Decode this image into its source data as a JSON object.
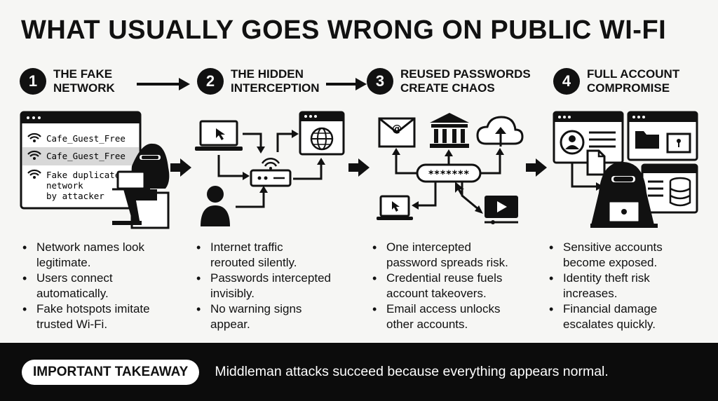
{
  "title": "WHAT USUALLY GOES WRONG ON PUBLIC WI-FI",
  "steps": [
    {
      "num": "1",
      "title": [
        "THE FAKE",
        "NETWORK"
      ]
    },
    {
      "num": "2",
      "title": [
        "THE HIDDEN",
        "INTERCEPTION"
      ]
    },
    {
      "num": "3",
      "title": [
        "REUSED PASSWORDS",
        "CREATE CHAOS"
      ]
    },
    {
      "num": "4",
      "title": [
        "FULL ACCOUNT",
        "COMPROMISE"
      ]
    }
  ],
  "networks": {
    "n1": "Cafe_Guest_Free",
    "n2": "Cafe_Guest_Free",
    "n3_lines": [
      "Fake duplicate",
      "network",
      "by attacker"
    ]
  },
  "password_mask": "*******",
  "bullets": {
    "b1": [
      [
        "Network names look",
        "legitimate."
      ],
      [
        "Users connect",
        "automatically."
      ],
      [
        "Fake hotspots imitate",
        "trusted Wi-Fi."
      ]
    ],
    "b2": [
      [
        "Internet traffic",
        "rerouted silently."
      ],
      [
        "Passwords intercepted",
        "invisibly."
      ],
      [
        "No warning signs",
        "appear."
      ]
    ],
    "b3": [
      [
        "One intercepted",
        "password spreads risk."
      ],
      [
        "Credential reuse fuels",
        "account takeovers."
      ],
      [
        "Email access unlocks",
        "other accounts."
      ]
    ],
    "b4": [
      [
        "Sensitive accounts",
        "become exposed."
      ],
      [
        "Identity theft risk",
        "increases."
      ],
      [
        "Financial damage",
        "escalates quickly."
      ]
    ]
  },
  "footer": {
    "label": "IMPORTANT TAKEAWAY",
    "text": "Middleman attacks succeed because everything appears normal."
  }
}
